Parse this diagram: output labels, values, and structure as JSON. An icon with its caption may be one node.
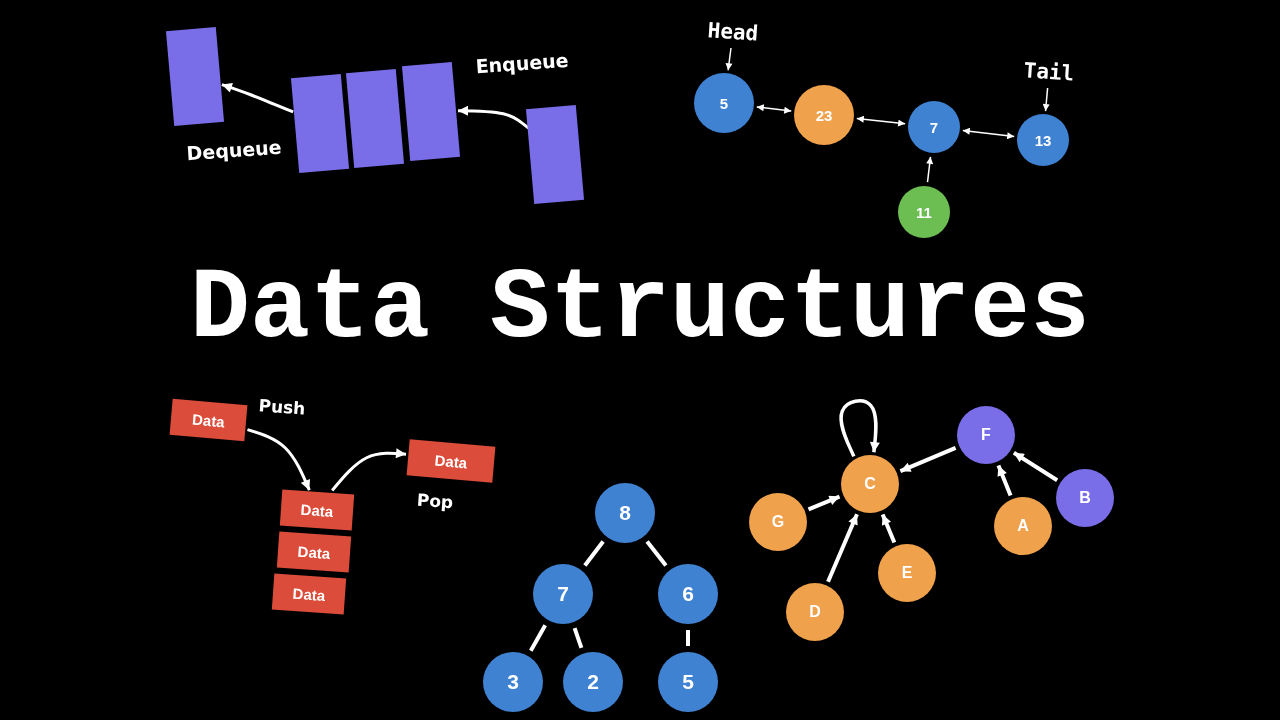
{
  "diagram": {
    "title": "Data Structures",
    "nodes": [
      {
        "text": [],
        "shape": "box"
      },
      {
        "text": [],
        "shape": "box"
      },
      {
        "text": [],
        "shape": "box"
      },
      {
        "text": [],
        "shape": "box"
      },
      {
        "text": [],
        "shape": "box"
      },
      {
        "text": [
          "Head"
        ]
      },
      {
        "text": [
          "5"
        ]
      },
      {
        "text": [
          "23"
        ]
      },
      {
        "text": [
          "7"
        ]
      },
      {
        "text": [
          "13"
        ]
      },
      {
        "text": [
          "Tail"
        ]
      },
      {
        "text": [
          "11"
        ]
      },
      {
        "text": [
          "Data"
        ]
      },
      {
        "text": [
          "Data"
        ]
      },
      {
        "text": [
          "Data"
        ]
      },
      {
        "text": [
          "Data"
        ]
      },
      {
        "text": [
          "Data"
        ]
      },
      {
        "text": [
          "8"
        ]
      },
      {
        "text": [
          "7"
        ]
      },
      {
        "text": [
          "6"
        ]
      },
      {
        "text": [
          "3"
        ]
      },
      {
        "text": [
          "2"
        ]
      },
      {
        "text": [
          "5"
        ]
      },
      {
        "text": [
          "F"
        ]
      },
      {
        "text": [
          "C"
        ]
      },
      {
        "text": [
          "B"
        ]
      },
      {
        "text": [
          "G"
        ]
      },
      {
        "text": [
          "A"
        ]
      },
      {
        "text": [
          "E"
        ]
      },
      {
        "text": [
          "D"
        ]
      }
    ],
    "edges": [
      {
        "from": 1,
        "to": 0,
        "arrow": "to",
        "label": "Dequeue"
      },
      {
        "from": 4,
        "to": 3,
        "arrow": "to",
        "label": "Enqueue"
      },
      {
        "from": 5,
        "to": 6,
        "arrow": "to"
      },
      {
        "from": 6,
        "to": 7,
        "arrow": "both"
      },
      {
        "from": 7,
        "to": 8,
        "arrow": "both"
      },
      {
        "from": 8,
        "to": 9,
        "arrow": "both"
      },
      {
        "from": 10,
        "to": 9,
        "arrow": "to"
      },
      {
        "from": 11,
        "to": 8,
        "arrow": "to"
      },
      {
        "from": 12,
        "to": 13,
        "arrow": "to",
        "label": "Push"
      },
      {
        "from": 13,
        "to": 16,
        "arrow": "to",
        "label": "Pop"
      },
      {
        "from": 17,
        "to": 18,
        "arrow": "none"
      },
      {
        "from": 17,
        "to": 19,
        "arrow": "none"
      },
      {
        "from": 18,
        "to": 20,
        "arrow": "none"
      },
      {
        "from": 18,
        "to": 21,
        "arrow": "none"
      },
      {
        "from": 19,
        "to": 22,
        "arrow": "none"
      },
      {
        "from": 24,
        "to": 24,
        "arrow": "to"
      },
      {
        "from": 23,
        "to": 24,
        "arrow": "to"
      },
      {
        "from": 25,
        "to": 23,
        "arrow": "to"
      },
      {
        "from": 27,
        "to": 23,
        "arrow": "to"
      },
      {
        "from": 26,
        "to": 24,
        "arrow": "to"
      },
      {
        "from": 29,
        "to": 24,
        "arrow": "to"
      },
      {
        "from": 28,
        "to": 24,
        "arrow": "to"
      }
    ]
  }
}
